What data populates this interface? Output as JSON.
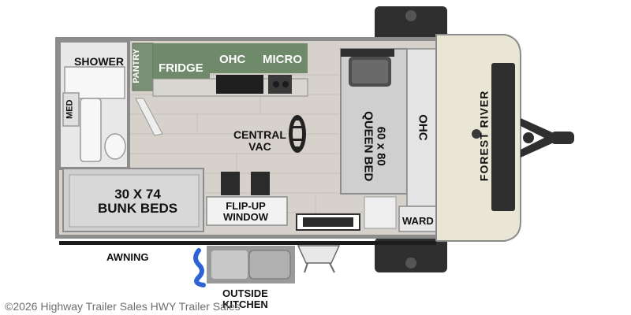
{
  "labels": {
    "shower": "SHOWER",
    "pantry": "PANTRY",
    "fridge": "FRIDGE",
    "ohc_kitchen": "OHC",
    "micro": "MICRO",
    "med": "MED",
    "central_vac_line1": "CENTRAL",
    "central_vac_line2": "VAC",
    "queen_bed_line1": "60 x 80",
    "queen_bed_line2": "QUEEN BED",
    "ohc_front": "OHC",
    "bunk_beds_line1": "30 X 74",
    "bunk_beds_line2": "BUNK BEDS",
    "flip_up_window_line1": "FLIP-UP",
    "flip_up_window_line2": "WINDOW",
    "ward": "WARD",
    "awning": "AWNING",
    "outside_kitchen_line1": "OUTSIDE",
    "outside_kitchen_line2": "KITCHEN",
    "brand": "FOREST RIVER"
  },
  "watermark": "©2026 Highway Trailer Sales HWY Trailer Sales",
  "colors": {
    "outer_frame": "#8c8c8c",
    "floor": "#d6d2cb",
    "cabinet_green": "#6f8a6b",
    "front_cap": "#e9e6d5",
    "tire": "#2f2f2f",
    "bed": "#cfcfcf",
    "bath": "#e8e8e8"
  }
}
